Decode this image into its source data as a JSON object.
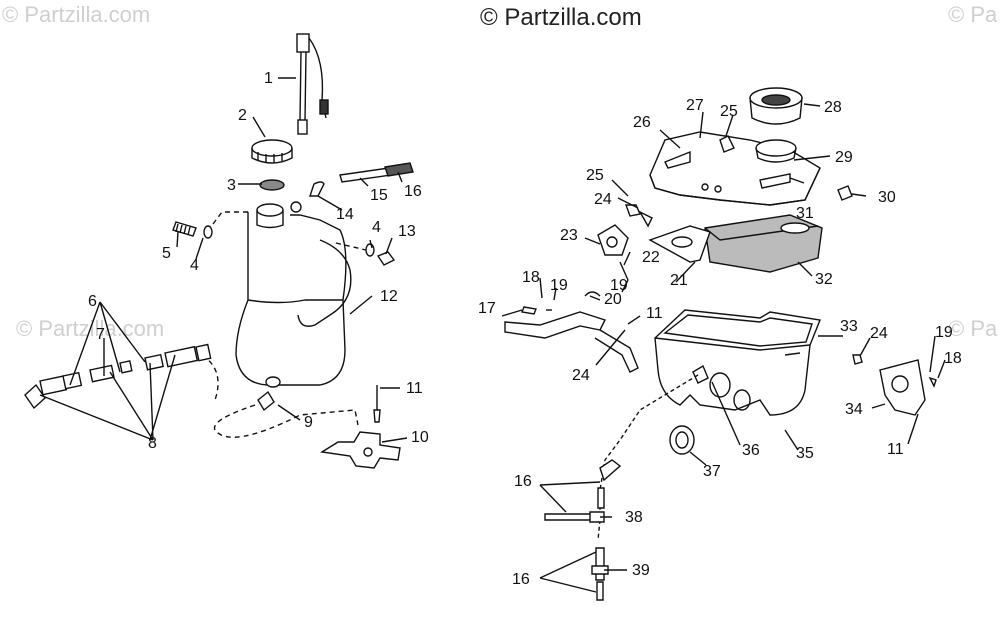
{
  "watermarks": {
    "top_left": "© Partzilla.com",
    "top_center": "© Partzilla.com",
    "top_right": "© Pa",
    "mid_left": "© Partzilla.com",
    "mid_right": "© Pa"
  },
  "callouts": {
    "c1": "1",
    "c2": "2",
    "c3": "3",
    "c4a": "4",
    "c4b": "4",
    "c5": "5",
    "c6": "6",
    "c7": "7",
    "c8": "8",
    "c9": "9",
    "c10": "10",
    "c11a": "11",
    "c12": "12",
    "c13": "13",
    "c14": "14",
    "c15": "15",
    "c16a": "16",
    "c16b": "16",
    "c16c": "16",
    "c17": "17",
    "c18a": "18",
    "c18b": "18",
    "c19a": "19",
    "c19b": "19",
    "c19c": "19",
    "c20": "20",
    "c11b": "11",
    "c11c": "11",
    "c21": "21",
    "c22": "22",
    "c23": "23",
    "c24a": "24",
    "c24b": "24",
    "c24c": "24",
    "c25a": "25",
    "c25b": "25",
    "c26": "26",
    "c27": "27",
    "c28": "28",
    "c29": "29",
    "c30": "30",
    "c31": "31",
    "c32": "32",
    "c33": "33",
    "c34": "34",
    "c35": "35",
    "c36": "36",
    "c37": "37",
    "c38": "38",
    "c39": "39"
  }
}
